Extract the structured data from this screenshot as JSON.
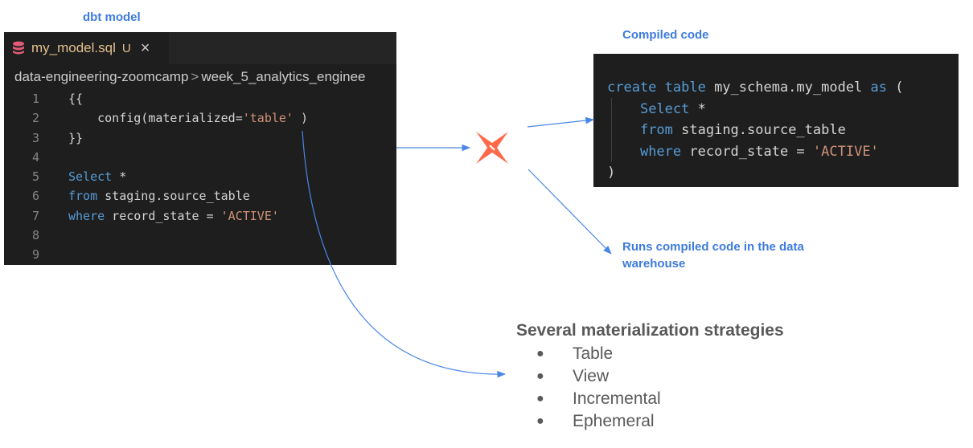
{
  "labels": {
    "dbt_model": "dbt model",
    "compiled_code": "Compiled code",
    "runs": "Runs compiled code in the data warehouse"
  },
  "editor": {
    "tab": {
      "filename": "my_model.sql",
      "status": "U",
      "close": "×"
    },
    "breadcrumb": {
      "folder": "data-engineering-zoomcamp",
      "separator": ">",
      "subfolder": "week_5_analytics_enginee"
    },
    "lines": [
      {
        "num": "1",
        "segments": [
          {
            "t": "{{",
            "c": "plain"
          }
        ]
      },
      {
        "num": "2",
        "segments": [
          {
            "t": "    config(materialized=",
            "c": "plain"
          },
          {
            "t": "'table'",
            "c": "str"
          },
          {
            "t": " )",
            "c": "plain"
          }
        ]
      },
      {
        "num": "3",
        "segments": [
          {
            "t": "}}",
            "c": "plain"
          }
        ]
      },
      {
        "num": "4",
        "segments": []
      },
      {
        "num": "5",
        "segments": [
          {
            "t": "Select",
            "c": "kw"
          },
          {
            "t": " *",
            "c": "plain"
          }
        ]
      },
      {
        "num": "6",
        "segments": [
          {
            "t": "from",
            "c": "kw"
          },
          {
            "t": " staging.source_table",
            "c": "plain"
          }
        ]
      },
      {
        "num": "7",
        "segments": [
          {
            "t": "where",
            "c": "kw"
          },
          {
            "t": " record_state = ",
            "c": "plain"
          },
          {
            "t": "'ACTIVE'",
            "c": "str"
          }
        ]
      },
      {
        "num": "8",
        "segments": []
      },
      {
        "num": "9",
        "segments": []
      }
    ]
  },
  "compiled": {
    "lines": [
      {
        "segments": [
          {
            "t": "create table",
            "c": "kw"
          },
          {
            "t": " my_schema.my_model ",
            "c": "plain"
          },
          {
            "t": "as",
            "c": "kw"
          },
          {
            "t": " (",
            "c": "plain"
          }
        ]
      },
      {
        "segments": [
          {
            "t": "    ",
            "c": "plain"
          },
          {
            "t": "Select",
            "c": "kw"
          },
          {
            "t": " *",
            "c": "plain"
          }
        ]
      },
      {
        "segments": [
          {
            "t": "    ",
            "c": "plain"
          },
          {
            "t": "from",
            "c": "kw"
          },
          {
            "t": " staging.source_table",
            "c": "plain"
          }
        ]
      },
      {
        "segments": [
          {
            "t": "    ",
            "c": "plain"
          },
          {
            "t": "where",
            "c": "kw"
          },
          {
            "t": " record_state = ",
            "c": "plain"
          },
          {
            "t": "'ACTIVE'",
            "c": "str"
          }
        ]
      },
      {
        "segments": [
          {
            "t": ")",
            "c": "plain"
          }
        ]
      }
    ]
  },
  "strategies": {
    "heading": "Several materialization strategies",
    "bullet": "●",
    "items": [
      "Table",
      "View",
      "Incremental",
      "Ephemeral"
    ]
  },
  "colors": {
    "label_blue": "#3d7bdc",
    "arrow_blue": "#4a86e8",
    "dbt_orange": "#ff694a",
    "editor_bg": "#1e1e1e",
    "keyword": "#569cd6",
    "string": "#ce9178"
  },
  "icons": {
    "dbt_logo": "dbt-logo-icon",
    "database": "database-icon"
  }
}
